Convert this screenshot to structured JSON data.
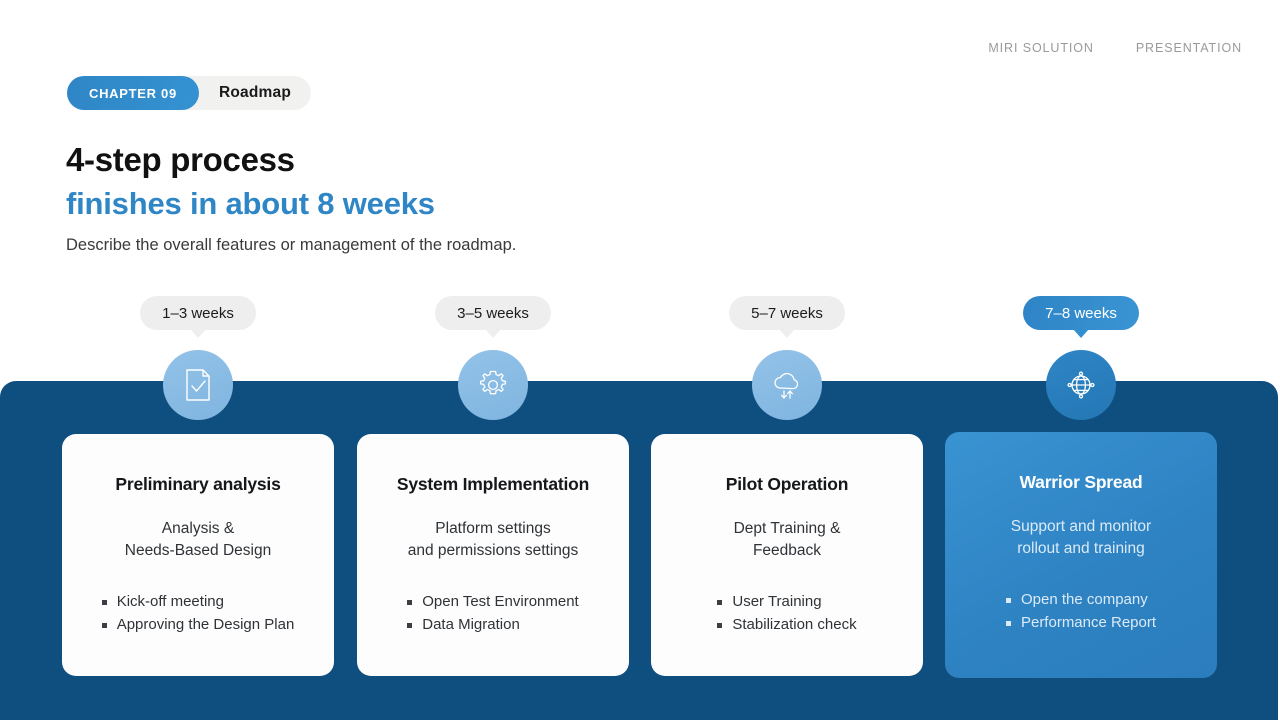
{
  "header": {
    "meta_left": "MIRI SOLUTION",
    "meta_right": "PRESENTATION"
  },
  "badge": {
    "chapter": "CHAPTER 09",
    "section": "Roadmap"
  },
  "title": {
    "line1": "4-step process",
    "line2": "finishes in about 8 weeks",
    "subtitle": "Describe the overall features or management of the roadmap."
  },
  "colors": {
    "band": "#0f4f80",
    "accent": "#2f86c6",
    "circle_default": "#8fbfe6",
    "circle_active": "#2b7dbd",
    "bubble_default": "#efeeee",
    "card_default": "#fdfdfd",
    "card_active": "#2e86c5"
  },
  "steps": [
    {
      "duration": "1–3 weeks",
      "icon": "document-check-icon",
      "active": false,
      "title": "Preliminary analysis",
      "desc_line1": "Analysis &",
      "desc_line2": "Needs-Based Design",
      "bullets": [
        "Kick-off meeting",
        "Approving the Design Plan"
      ]
    },
    {
      "duration": "3–5 weeks",
      "icon": "gear-icon",
      "active": false,
      "title": "System Implementation",
      "desc_line1": "Platform settings",
      "desc_line2": "and permissions settings",
      "bullets": [
        "Open Test Environment",
        "Data Migration"
      ]
    },
    {
      "duration": "5–7 weeks",
      "icon": "cloud-sync-icon",
      "active": false,
      "title": "Pilot Operation",
      "desc_line1": "Dept Training &",
      "desc_line2": "Feedback",
      "bullets": [
        "User Training",
        "Stabilization check"
      ]
    },
    {
      "duration": "7–8 weeks",
      "icon": "globe-icon",
      "active": true,
      "title": "Warrior Spread",
      "desc_line1": "Support and monitor",
      "desc_line2": "rollout and training",
      "bullets": [
        "Open the company",
        "Performance Report"
      ]
    }
  ]
}
